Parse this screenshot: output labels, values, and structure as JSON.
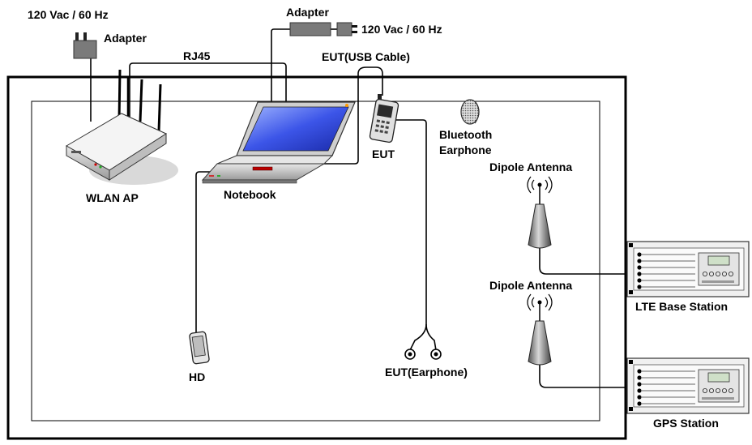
{
  "labels": {
    "power_left": "120 Vac / 60 Hz",
    "adapter_left": "Adapter",
    "adapter_top": "Adapter",
    "power_right": "120 Vac / 60 Hz",
    "rj45": "RJ45",
    "eut_usb": "EUT(USB Cable)",
    "wlan_ap": "WLAN AP",
    "notebook": "Notebook",
    "eut": "EUT",
    "bt_earphone_line1": "Bluetooth",
    "bt_earphone_line2": "Earphone",
    "dipole_1": "Dipole Antenna",
    "dipole_2": "Dipole Antenna",
    "lte_base_station": "LTE Base Station",
    "gps_station": "GPS Station",
    "hd": "HD",
    "eut_earphone": "EUT(Earphone)"
  },
  "colors": {
    "line": "#000000",
    "device_grey": "#8a8a8a",
    "screen_blue": "#2a3fd6",
    "room_border": "#000000"
  }
}
